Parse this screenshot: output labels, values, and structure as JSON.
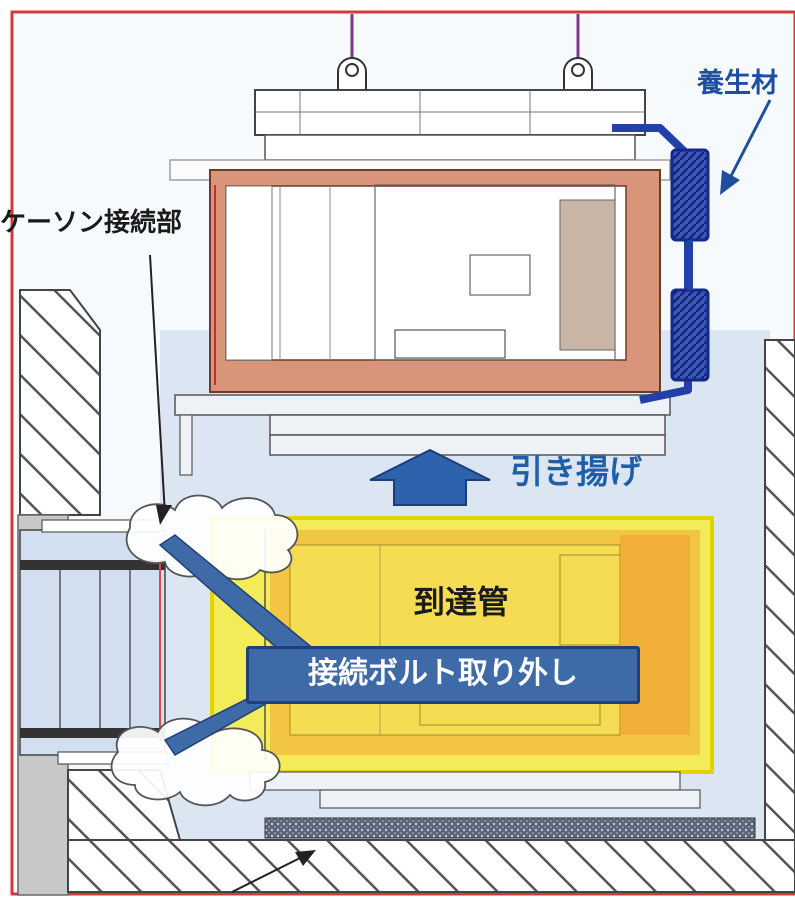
{
  "labels": {
    "caisson_joint": "ケーソン接続部",
    "protective_material": "養生材",
    "lift_up": "引き揚げ",
    "arrival_pipe": "到達管",
    "remove_bolts": "接続ボルト取り外し"
  },
  "colors": {
    "frame_red": "#d23a3a",
    "steel_frame": "#d9957a",
    "highlight_yellow": "#f4ec3c",
    "highlight_orange": "#f2a635",
    "protect_blue": "#2340a8",
    "arrow_blue": "#2f62ad",
    "label_blue": "#1f5fa8",
    "callout_bg": "#3e6aa8",
    "concrete_blue": "#dbe6f2",
    "wall_gray": "#bfbfbf"
  },
  "icons": [
    "lifting-lug-icon",
    "up-arrow-icon",
    "cloud-callout-icon",
    "pointer-arrow-icon"
  ]
}
